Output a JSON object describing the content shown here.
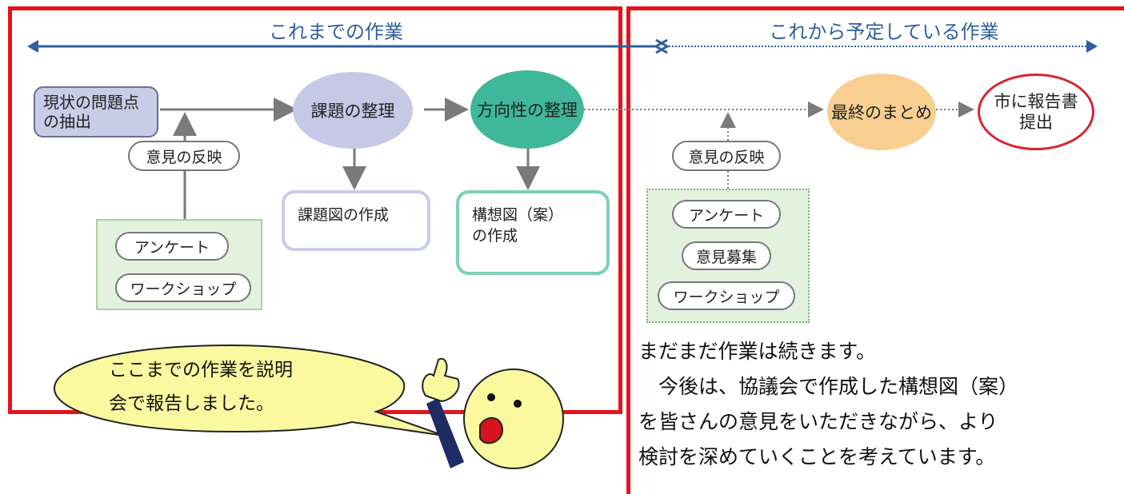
{
  "sections": {
    "past_title": "これまでの作業",
    "future_title": "これから予定している作業"
  },
  "nodes": {
    "current_issues": "現状の問題点\nの抽出",
    "issue_organizing": "課題の整理",
    "direction_organizing": "方向性の整理",
    "final_summary": "最終のまとめ",
    "report_submit": "市に報告書\n提出",
    "issue_diagram": "課題図の作成",
    "concept_diagram": "構想図（案）\nの作成"
  },
  "feedback_left": {
    "label": "意見の反映",
    "items": [
      "アンケート",
      "ワークショップ"
    ]
  },
  "feedback_right": {
    "label": "意見の反映",
    "items": [
      "アンケート",
      "意見募集",
      "ワークショップ"
    ]
  },
  "speech_bubble": "ここまでの作業を説明\n会で報告しました。",
  "note_text": "まだまだ作業は続きます。\n　今後は、協議会で作成した構想図（案）\nを皆さんの意見をいただきながら、より\n検討を深めていくことを考えています。",
  "colors": {
    "frame": "#e3141b",
    "title_blue": "#2f5f9e",
    "issue_ellipse": "#c5c9e6",
    "direction_ellipse": "#3fb79a",
    "final_ellipse": "#f8cf91",
    "report_border": "#d8252c",
    "feedback_box": "#e3f1df",
    "bubble": "#fbf99f"
  }
}
